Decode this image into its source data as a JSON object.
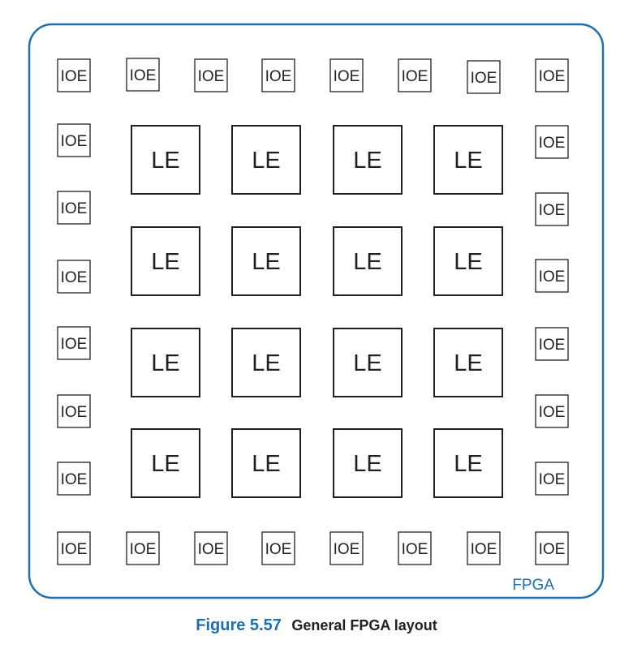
{
  "diagram": {
    "chip_label": "FPGA",
    "ioe_label": "IOE",
    "le_label": "LE",
    "grid": {
      "ioe_per_side": 8,
      "le_rows": 4,
      "le_cols": 4
    }
  },
  "caption": {
    "number": "Figure 5.57",
    "text": "General FPGA layout"
  },
  "colors": {
    "accent": "#1f6fad",
    "stroke": "#231f20"
  }
}
